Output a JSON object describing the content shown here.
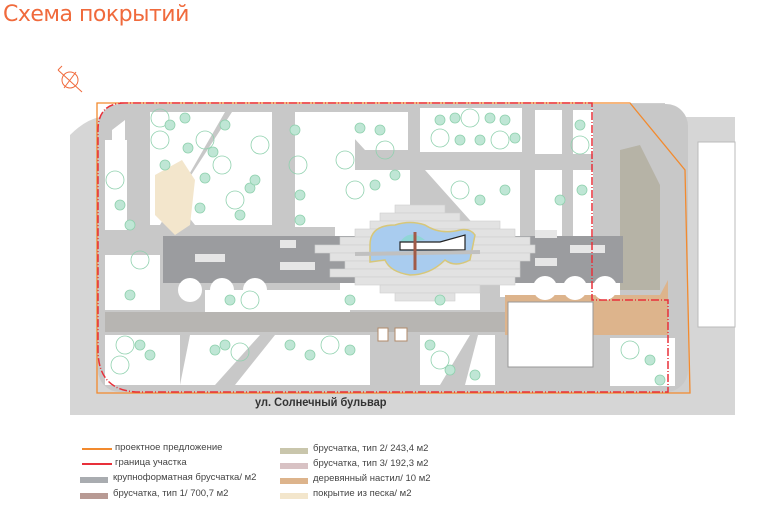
{
  "title": "Схема покрытий",
  "street_label": "ул. Солнечный бульвар",
  "compass_icon": "north-arrow-icon",
  "legend": [
    {
      "label": "проектное предложение",
      "kind": "line",
      "color": "#f28a2e"
    },
    {
      "label": "граница участка",
      "kind": "line",
      "color": "#e8303a"
    },
    {
      "label": "крупноформатная брусчатка/ м2",
      "kind": "swatch",
      "color": "#a9acb0"
    },
    {
      "label": "брусчатка, тип 1/ 700,7 м2",
      "kind": "swatch",
      "color": "#b89a94"
    },
    {
      "label": "брусчатка, тип 2/ 243,4 м2",
      "kind": "swatch",
      "color": "#c9c6ac"
    },
    {
      "label": "брусчатка, тип 3/ 192,3 м2",
      "kind": "swatch",
      "color": "#d8c2c4"
    },
    {
      "label": "деревянный настил/ 10 м2",
      "kind": "swatch",
      "color": "#ddb48c"
    },
    {
      "label": "покрытие из песка/ м2",
      "kind": "swatch",
      "color": "#f3e6cc"
    }
  ]
}
